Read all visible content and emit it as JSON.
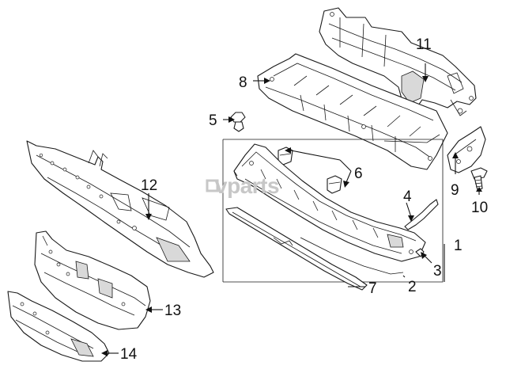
{
  "watermark": {
    "brand": "vparts"
  },
  "callouts": [
    {
      "number": "1",
      "part": "cowl-panel-assembly"
    },
    {
      "number": "2",
      "part": "lower-seal"
    },
    {
      "number": "3",
      "part": "clip"
    },
    {
      "number": "4",
      "part": "upper-seal"
    },
    {
      "number": "5",
      "part": "retainer-clip"
    },
    {
      "number": "6",
      "part": "grommets"
    },
    {
      "number": "7",
      "part": "front-seal"
    },
    {
      "number": "8",
      "part": "cowl-top-panel"
    },
    {
      "number": "9",
      "part": "side-bracket"
    },
    {
      "number": "10",
      "part": "bolt"
    },
    {
      "number": "11",
      "part": "instrument-panel-frame"
    },
    {
      "number": "12",
      "part": "dash-panel"
    },
    {
      "number": "13",
      "part": "insulator"
    },
    {
      "number": "14",
      "part": "inner-silencer"
    }
  ],
  "colors": {
    "line": "#1a1a1a",
    "watermark": "#c7c7c7",
    "background": "#ffffff"
  }
}
